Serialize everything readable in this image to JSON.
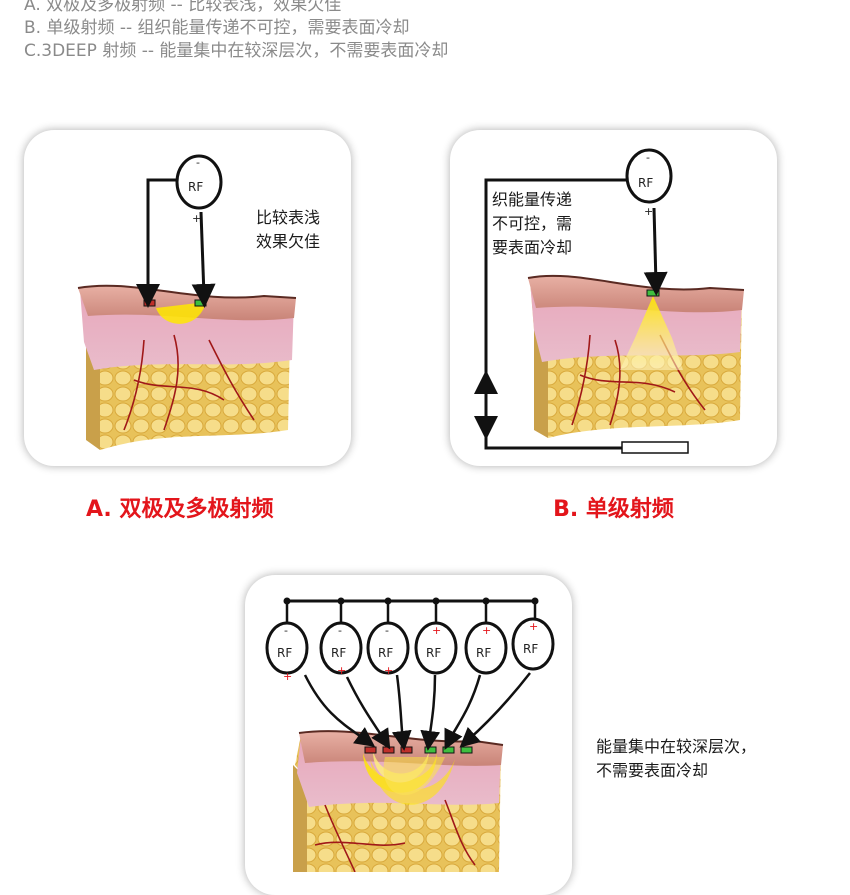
{
  "intro": {
    "line_a": "A. 双极及多极射频 -- 比较表浅，效果欠佳",
    "line_b": "B. 单级射频 -- 组织能量传递不可控，需要表面冷却",
    "line_c": "C.3DEEP 射频 -- 能量集中在较深层次，不需要表面冷却"
  },
  "panel_a": {
    "note_line1": "比较表浅",
    "note_line2": "效果欠佳",
    "caption": "A. 双极及多极射频",
    "rf_label": "RF",
    "minus": "-",
    "plus": "+"
  },
  "panel_b": {
    "note_line1": "织能量传递",
    "note_line2": "不可控，需",
    "note_line3": "要表面冷却",
    "caption": "B. 单级射频",
    "rf_label": "RF",
    "minus": "-",
    "plus": "+"
  },
  "panel_c": {
    "note_line1": "能量集中在较深层次，",
    "note_line2": "不需要表面冷却",
    "rf_label": "RF",
    "minus": "-",
    "plus": "+"
  },
  "colors": {
    "intro_text": "#8a8a8a",
    "caption": "#e3151b",
    "skin_surface": "#d99a90",
    "dermis": "#e3a0b4",
    "fat": "#f0d06a",
    "energy": "#ffe800",
    "electrode_red": "#c0302b",
    "electrode_green": "#3fbf3f"
  }
}
